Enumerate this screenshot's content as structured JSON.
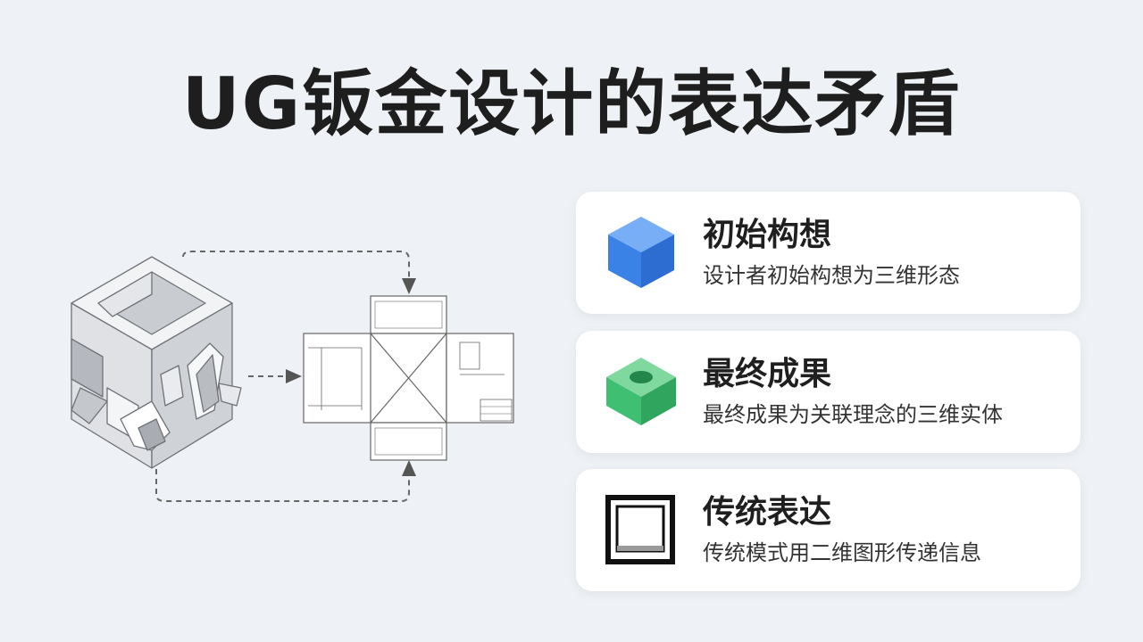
{
  "title": "UG钣金设计的表达矛盾",
  "cards": [
    {
      "title": "初始构想",
      "desc": "设计者初始构想为三维形态",
      "icon": "blue-cube-icon",
      "color": "#3b82e6"
    },
    {
      "title": "最终成果",
      "desc": "最终成果为关联理念的三维实体",
      "icon": "green-hole-block-icon",
      "color": "#3fbf72"
    },
    {
      "title": "传统表达",
      "desc": "传统模式用二维图形传递信息",
      "icon": "frame-square-icon",
      "color": "#111111"
    }
  ]
}
